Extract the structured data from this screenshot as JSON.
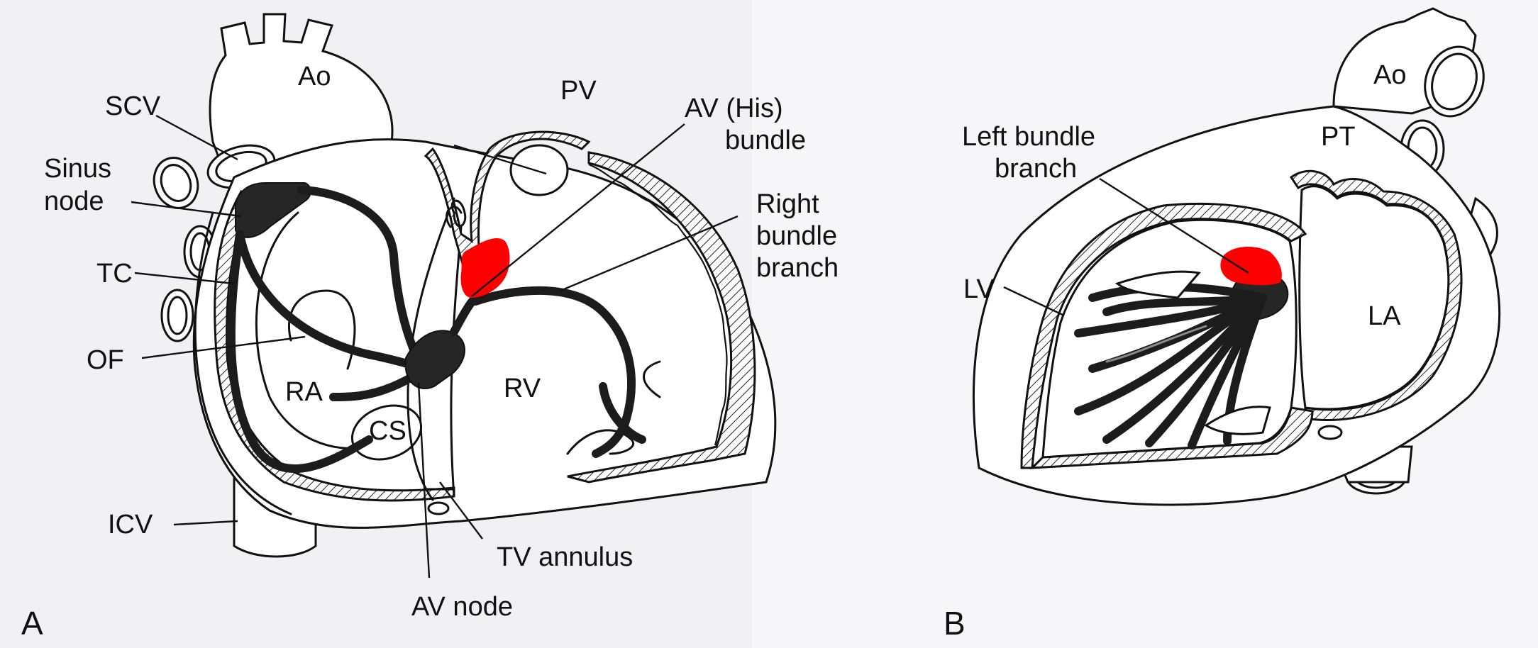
{
  "colors": {
    "background": "#f4f4f6",
    "ink": "#111111",
    "highlight": "#ff0000"
  },
  "panel_a": {
    "panel_label": "A",
    "labels": {
      "ao": "Ao",
      "scv": "SCV",
      "sinus_node": [
        "Sinus",
        "node"
      ],
      "tc": "TC",
      "of": "OF",
      "ra": "RA",
      "cs": "CS",
      "icv": "ICV",
      "pv": "PV",
      "av_his_bundle": [
        "AV (His)",
        "bundle"
      ],
      "right_bundle_branch": [
        "Right",
        "bundle",
        "branch"
      ],
      "rv": "RV",
      "tv_annulus": "TV annulus",
      "av_node": "AV node"
    }
  },
  "panel_b": {
    "panel_label": "B",
    "labels": {
      "ao": "Ao",
      "pt": "PT",
      "left_bundle_branch": [
        "Left bundle",
        "branch"
      ],
      "lv": "LV",
      "la": "LA"
    }
  }
}
